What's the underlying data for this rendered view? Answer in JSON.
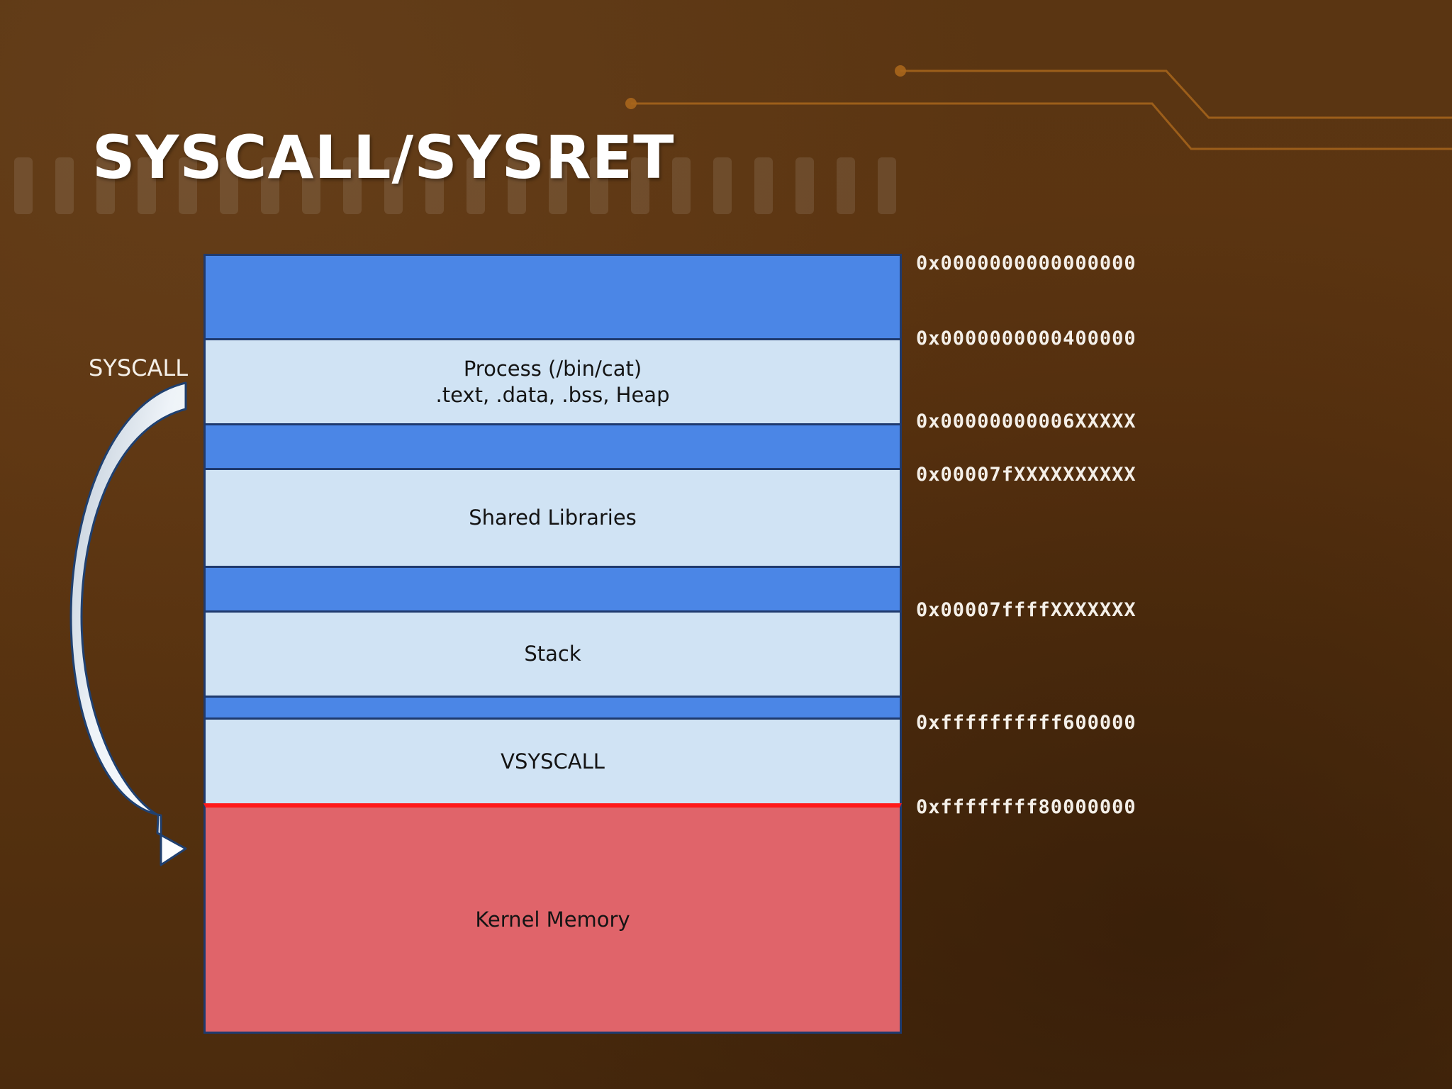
{
  "slide": {
    "title": "SYSCALL/SYSRET"
  },
  "diagram": {
    "regions": [
      {
        "label_line1": "",
        "label_line2": "",
        "fill": "#4b86e6"
      },
      {
        "label_line1": "Process (/bin/cat)",
        "label_line2": ".text, .data, .bss, Heap",
        "fill": "#d0e3f4"
      },
      {
        "label_line1": "",
        "label_line2": "",
        "fill": "#4b86e6"
      },
      {
        "label_line1": "Shared Libraries",
        "label_line2": "",
        "fill": "#d0e3f4"
      },
      {
        "label_line1": "",
        "label_line2": "",
        "fill": "#4b86e6"
      },
      {
        "label_line1": "Stack",
        "label_line2": "",
        "fill": "#d0e3f4"
      },
      {
        "label_line1": "",
        "label_line2": "",
        "fill": "#4b86e6"
      },
      {
        "label_line1": "VSYSCALL",
        "label_line2": "",
        "fill": "#d0e3f4"
      },
      {
        "label_line1": "Kernel Memory",
        "label_line2": "",
        "fill": "#e0646a"
      }
    ],
    "addresses": [
      "0x0000000000000000",
      "0x0000000000400000",
      "0x00000000006XXXXX",
      "0x00007fXXXXXXXXXX",
      "0x00007ffffXXXXXXX",
      "0xffffffffff600000",
      "0xffffffff80000000"
    ],
    "arrow_label": "SYSCALL",
    "boundary_color": "#ff1a1a"
  }
}
